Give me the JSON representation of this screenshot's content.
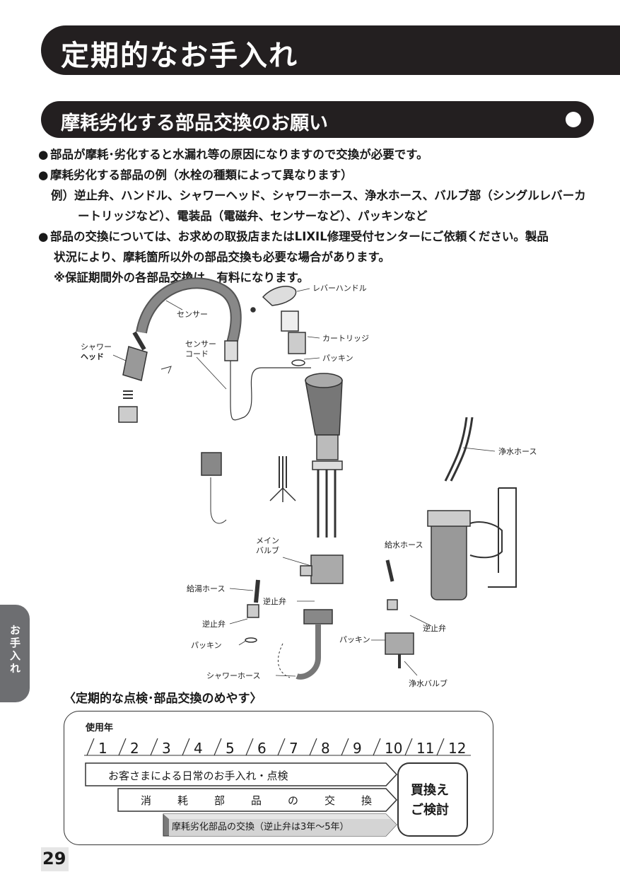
{
  "page": {
    "title": "定期的なお手入れ",
    "section_title": "摩耗劣化する部品交換のお願い",
    "page_number": "29",
    "side_tab": "お手入れ"
  },
  "body": {
    "bullet": "●",
    "b1": "部品が摩耗･劣化すると水漏れ等の原因になりますので交換が必要です。",
    "b2": "摩耗劣化する部品の例（水栓の種類によって異なります）",
    "b2_l1": "例）逆止弁、ハンドル、シャワーヘッド、シャワーホース、浄水ホース、バルブ部（シングルレバーカ",
    "b2_l2": "ートリッジなど）、電装品（電磁弁、センサーなど）、パッキンなど",
    "b3_l1": "部品の交換については、お求めの取扱店またはLIXIL修理受付センターにご依頼ください。製品",
    "b3_l2": "状況により、摩耗箇所以外の部品交換も必要な場合があります。",
    "b3_l3": "※保証期間外の各部品交換は、有料になります。"
  },
  "diagram": {
    "lever_handle": "レバーハンドル",
    "sensor": "センサー",
    "cartridge": "カートリッジ",
    "shower_head_1": "シャワー",
    "shower_head_2": "ヘッド",
    "sensor_cord_1": "センサー",
    "sensor_cord_2": "コード",
    "packing_top": "パッキン",
    "purified_hose": "浄水ホース",
    "main_valve_1": "メイン",
    "main_valve_2": "バルブ",
    "supply_hose": "給水ホース",
    "hot_hose": "給湯ホース",
    "check_valve_mid": "逆止弁",
    "check_valve_left": "逆止弁",
    "check_valve_right": "逆止弁",
    "packing_left": "パッキン",
    "packing_right": "パッキン",
    "shower_hose": "シャワーホース",
    "purified_valve": "浄水バルブ"
  },
  "guide": {
    "title": "〈定期的な点検･部品交換のめやす〉",
    "years_label": "使用年",
    "years": [
      "1",
      "2",
      "3",
      "4",
      "5",
      "6",
      "7",
      "8",
      "9",
      "10",
      "11",
      "12"
    ],
    "bar1": "お客さまによる日常のお手入れ・点検",
    "bar2": [
      "消",
      "耗",
      "部",
      "品",
      "の",
      "交",
      "換"
    ],
    "bar3": "摩耗劣化部品の交換（逆止弁は3年～5年）",
    "replace_1": "買換え",
    "replace_2": "ご検討"
  }
}
